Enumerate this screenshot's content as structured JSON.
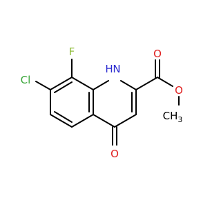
{
  "atoms": {
    "fluorine": "F",
    "chlorine": "Cl",
    "ring_nh": "H",
    "ring_n": "N",
    "ketone_oxygen": "O",
    "carbonyl_oxygen": "O",
    "ester_oxygen": "O",
    "methyl": "CH",
    "methyl_subscript": "3"
  },
  "colors": {
    "fluorine": "#8fbc3a",
    "chlorine": "#3aa63a",
    "nitrogen": "#2a2ad0",
    "oxygen": "#e02020",
    "carbon": "#000000",
    "background": "#ffffff"
  }
}
